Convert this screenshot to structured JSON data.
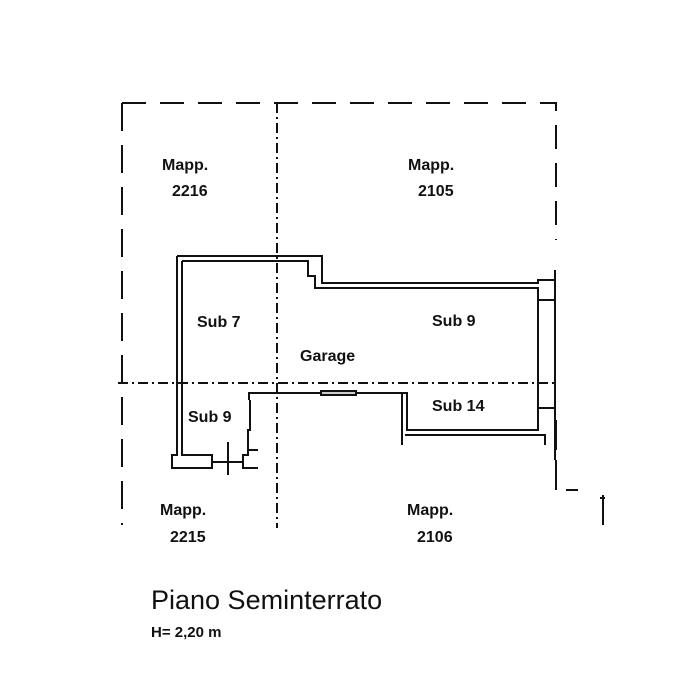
{
  "parcels": [
    {
      "label": "Mapp.",
      "number": "2216"
    },
    {
      "label": "Mapp.",
      "number": "2105"
    },
    {
      "label": "Mapp.",
      "number": "2215"
    },
    {
      "label": "Mapp.",
      "number": "2106"
    }
  ],
  "rooms": {
    "sub7": "Sub 7",
    "sub9_main": "Sub 9",
    "garage": "Garage",
    "sub14": "Sub 14",
    "sub9_small": "Sub 9"
  },
  "title": "Piano Seminterrato",
  "height_note": "H= 2,20 m"
}
